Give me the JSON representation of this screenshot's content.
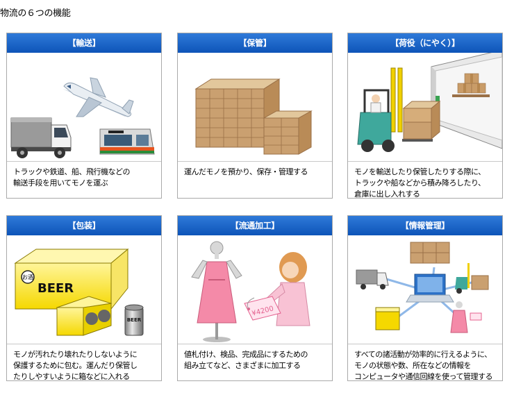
{
  "page": {
    "title": "物流の６つの機能"
  },
  "cards": [
    {
      "title": "【輸送】",
      "lines": [
        "トラックや鉄道、船、飛行機などの",
        "輸送手段を用いてモノを運ぶ"
      ],
      "icons": [
        "airplane-icon",
        "truck-icon",
        "train-icon"
      ]
    },
    {
      "title": "【保管】",
      "lines": [
        "運んだモノを預かり、保存・管理する"
      ],
      "icons": [
        "stacked-boxes-icon"
      ]
    },
    {
      "title": "【荷役（にやく）】",
      "lines": [
        "モノを輸送したり保管したりする際に、",
        "トラックや船などから積み降ろしたり、",
        "倉庫に出し入れする"
      ],
      "icons": [
        "forklift-icon",
        "truck-container-icon"
      ]
    },
    {
      "title": "【包装】",
      "lines": [
        "モノが汚れたり壊れたりしないように",
        "保護するために包む。運んだり保管し",
        "たりしやすいように箱などに入れる"
      ],
      "labels": {
        "box_tag": "お酒",
        "box_brand": "BEER",
        "can_brand": "BEER"
      },
      "icons": [
        "beer-box-icon",
        "beer-can-icon"
      ]
    },
    {
      "title": "【流通加工】",
      "lines": [
        "値札付け、検品、完成品にするための",
        "組み立てなど、さまざまに加工する"
      ],
      "labels": {
        "price_tag": "¥4200"
      },
      "icons": [
        "mannequin-dress-icon",
        "woman-icon",
        "price-tag-icon"
      ]
    },
    {
      "title": "【情報管理】",
      "lines": [
        "すべての諸活動が効率的に行えるように、",
        "モノの状態や数、所在などの情報を",
        "コンピュータや通信回線を使って管理する"
      ],
      "icons": [
        "laptop-icon",
        "network-icon"
      ]
    }
  ],
  "colors": {
    "header_top": "#2f7ad9",
    "header_bottom": "#0d54b8",
    "border": "#a9a9a9"
  }
}
